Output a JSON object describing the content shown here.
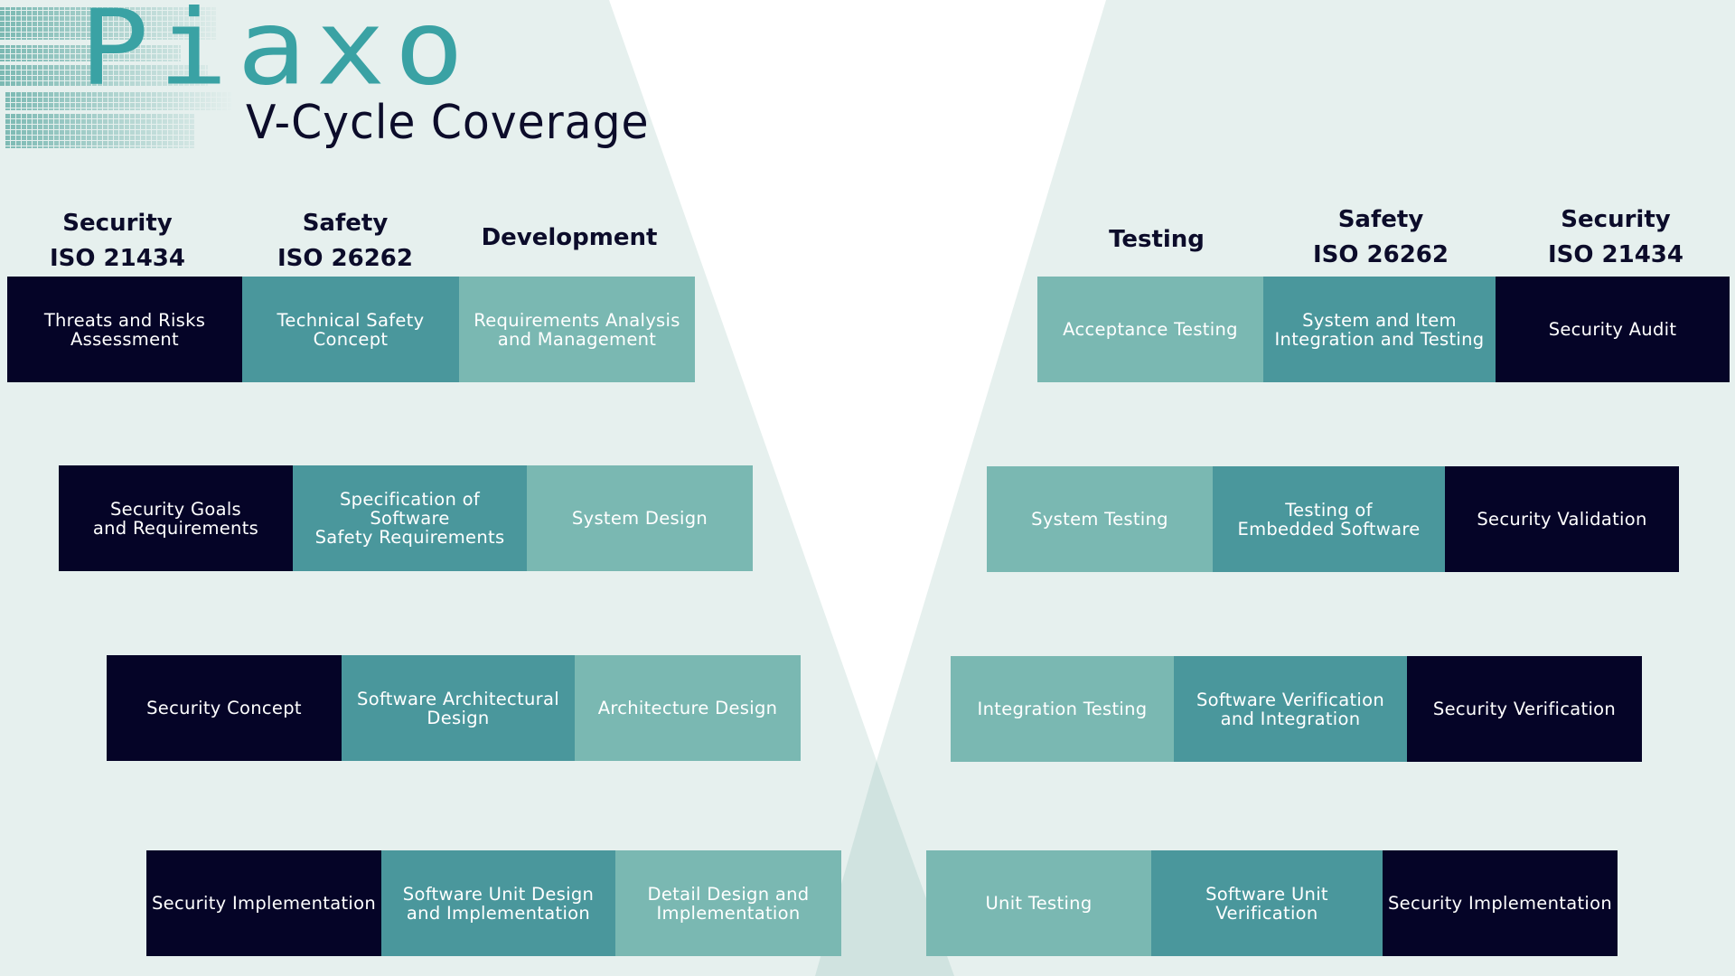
{
  "colors": {
    "navy": "#050427",
    "teal": "#4a979c",
    "light_teal": "#7ab8b2",
    "background": "#e6f0ee",
    "brand": "#3aa2a4"
  },
  "brand": {
    "logo_text": "Piaxo"
  },
  "title": "V-Cycle Coverage",
  "left_headers": [
    {
      "line1": "Security",
      "line2": "ISO 21434"
    },
    {
      "line1": "Safety",
      "line2": "ISO 26262"
    },
    {
      "line1": "Development",
      "line2": ""
    }
  ],
  "right_headers": [
    {
      "line1": "Testing",
      "line2": ""
    },
    {
      "line1": "Safety",
      "line2": "ISO 26262"
    },
    {
      "line1": "Security",
      "line2": "ISO 21434"
    }
  ],
  "left_rows": [
    [
      "Threats and Risks\nAssessment",
      "Technical Safety\nConcept",
      "Requirements Analysis\nand Management"
    ],
    [
      "Security Goals\nand Requirements",
      "Specification of Software\nSafety Requirements",
      "System Design"
    ],
    [
      "Security Concept",
      "Software Architectural\nDesign",
      "Architecture Design"
    ],
    [
      "Security Implementation",
      "Software Unit Design\nand Implementation",
      "Detail Design and\nImplementation"
    ]
  ],
  "right_rows": [
    [
      "Acceptance Testing",
      "System and Item\nIntegration and Testing",
      "Security Audit"
    ],
    [
      "System Testing",
      "Testing of\nEmbedded Software",
      "Security Validation"
    ],
    [
      "Integration Testing",
      "Software Verification\nand Integration",
      "Security Verification"
    ],
    [
      "Unit Testing",
      "Software Unit\nVerification",
      "Security Implementation"
    ]
  ]
}
